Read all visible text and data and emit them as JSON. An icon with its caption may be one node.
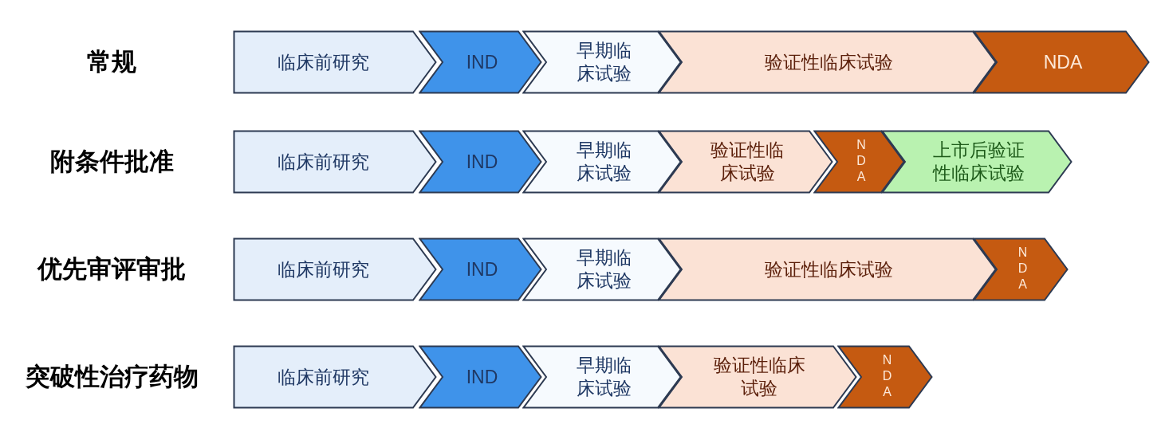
{
  "diagram": {
    "nodes": [
      {
        "text": [
          "临床前研究"
        ]
      },
      {
        "text": [
          "IND"
        ]
      },
      {
        "text": [
          "早期临床试验"
        ]
      },
      {
        "text": [
          "验证性临床试验"
        ]
      },
      {
        "text": [
          "NDA"
        ]
      },
      {
        "text": [
          "临床前研究"
        ]
      },
      {
        "text": [
          "IND"
        ]
      },
      {
        "text": [
          "早期临床试验"
        ]
      },
      {
        "text": [
          "验证性临床试验"
        ]
      },
      {
        "text": [
          "NDA"
        ]
      },
      {
        "text": [
          "上市后验证性临床试验"
        ]
      },
      {
        "text": [
          "临床前研究"
        ]
      },
      {
        "text": [
          "IND"
        ]
      },
      {
        "text": [
          "早期临床试验"
        ]
      },
      {
        "text": [
          "验证性临床试验"
        ]
      },
      {
        "text": [
          "NDA"
        ]
      },
      {
        "text": [
          "临床前研究"
        ]
      },
      {
        "text": [
          "IND"
        ]
      },
      {
        "text": [
          "早期临床试验"
        ]
      },
      {
        "text": [
          "验证性临床试验"
        ]
      },
      {
        "text": [
          "NDA"
        ]
      }
    ],
    "labels": [
      "常规",
      "附条件批准",
      "优先审评审批",
      "突破性治疗药物"
    ]
  }
}
